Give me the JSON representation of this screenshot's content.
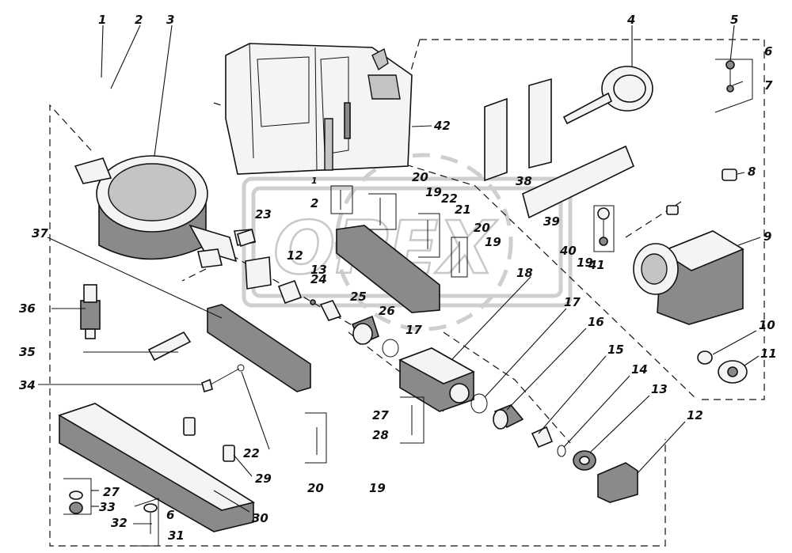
{
  "labels": {
    "l1": "1",
    "l2": "2",
    "l3": "3",
    "l4": "4",
    "l5": "5",
    "l6": "6",
    "l7": "7",
    "l8": "8",
    "l9": "9",
    "l10": "10",
    "l11": "11",
    "l12": "12",
    "l13": "13",
    "l14": "14",
    "l15": "15",
    "l16": "16",
    "l17": "17",
    "l18": "18",
    "l19": "19",
    "l20": "20",
    "l21": "21",
    "l22": "22",
    "l23": "23",
    "l24": "24",
    "l25": "25",
    "l26": "26",
    "l27": "27",
    "l28": "28",
    "l29": "29",
    "l30": "30",
    "l31": "31",
    "l32": "32",
    "l33": "33",
    "l34": "34",
    "l35": "35",
    "l36": "36",
    "l37": "37",
    "l38": "38",
    "l39": "39",
    "l40": "40",
    "l41": "41",
    "l42": "42"
  },
  "watermark": "OPEX"
}
